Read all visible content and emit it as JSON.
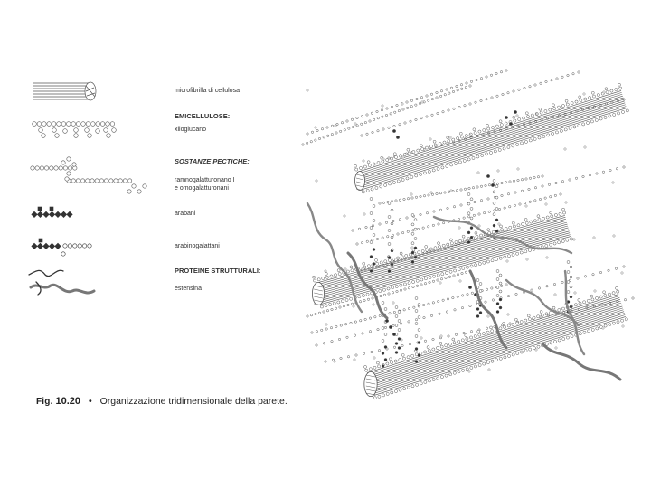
{
  "legend": {
    "microfibril": "microfibrilla di cellulosa",
    "hemicellulose_heading": "EMICELLULOSE:",
    "xyloglucan": "xiloglucano",
    "pectic_heading": "SOSTANZE PECTICHE:",
    "rhamnogalacturonan_line1": "ramnogalatturonano I",
    "rhamnogalacturonan_line2": "e omogalatturonani",
    "arabans": "arabani",
    "arabinogalactans": "arabinogalattani",
    "structural_proteins_heading": "PROTEINE STRUTTURALI:",
    "extensin": "estensina"
  },
  "caption": {
    "fig_label": "Fig.",
    "fig_number": "10.20",
    "bullet": "•",
    "text": "Organizzazione tridimensionale della parete."
  },
  "colors": {
    "line": "#555555",
    "protein": "#777777",
    "filled": "#333333"
  }
}
